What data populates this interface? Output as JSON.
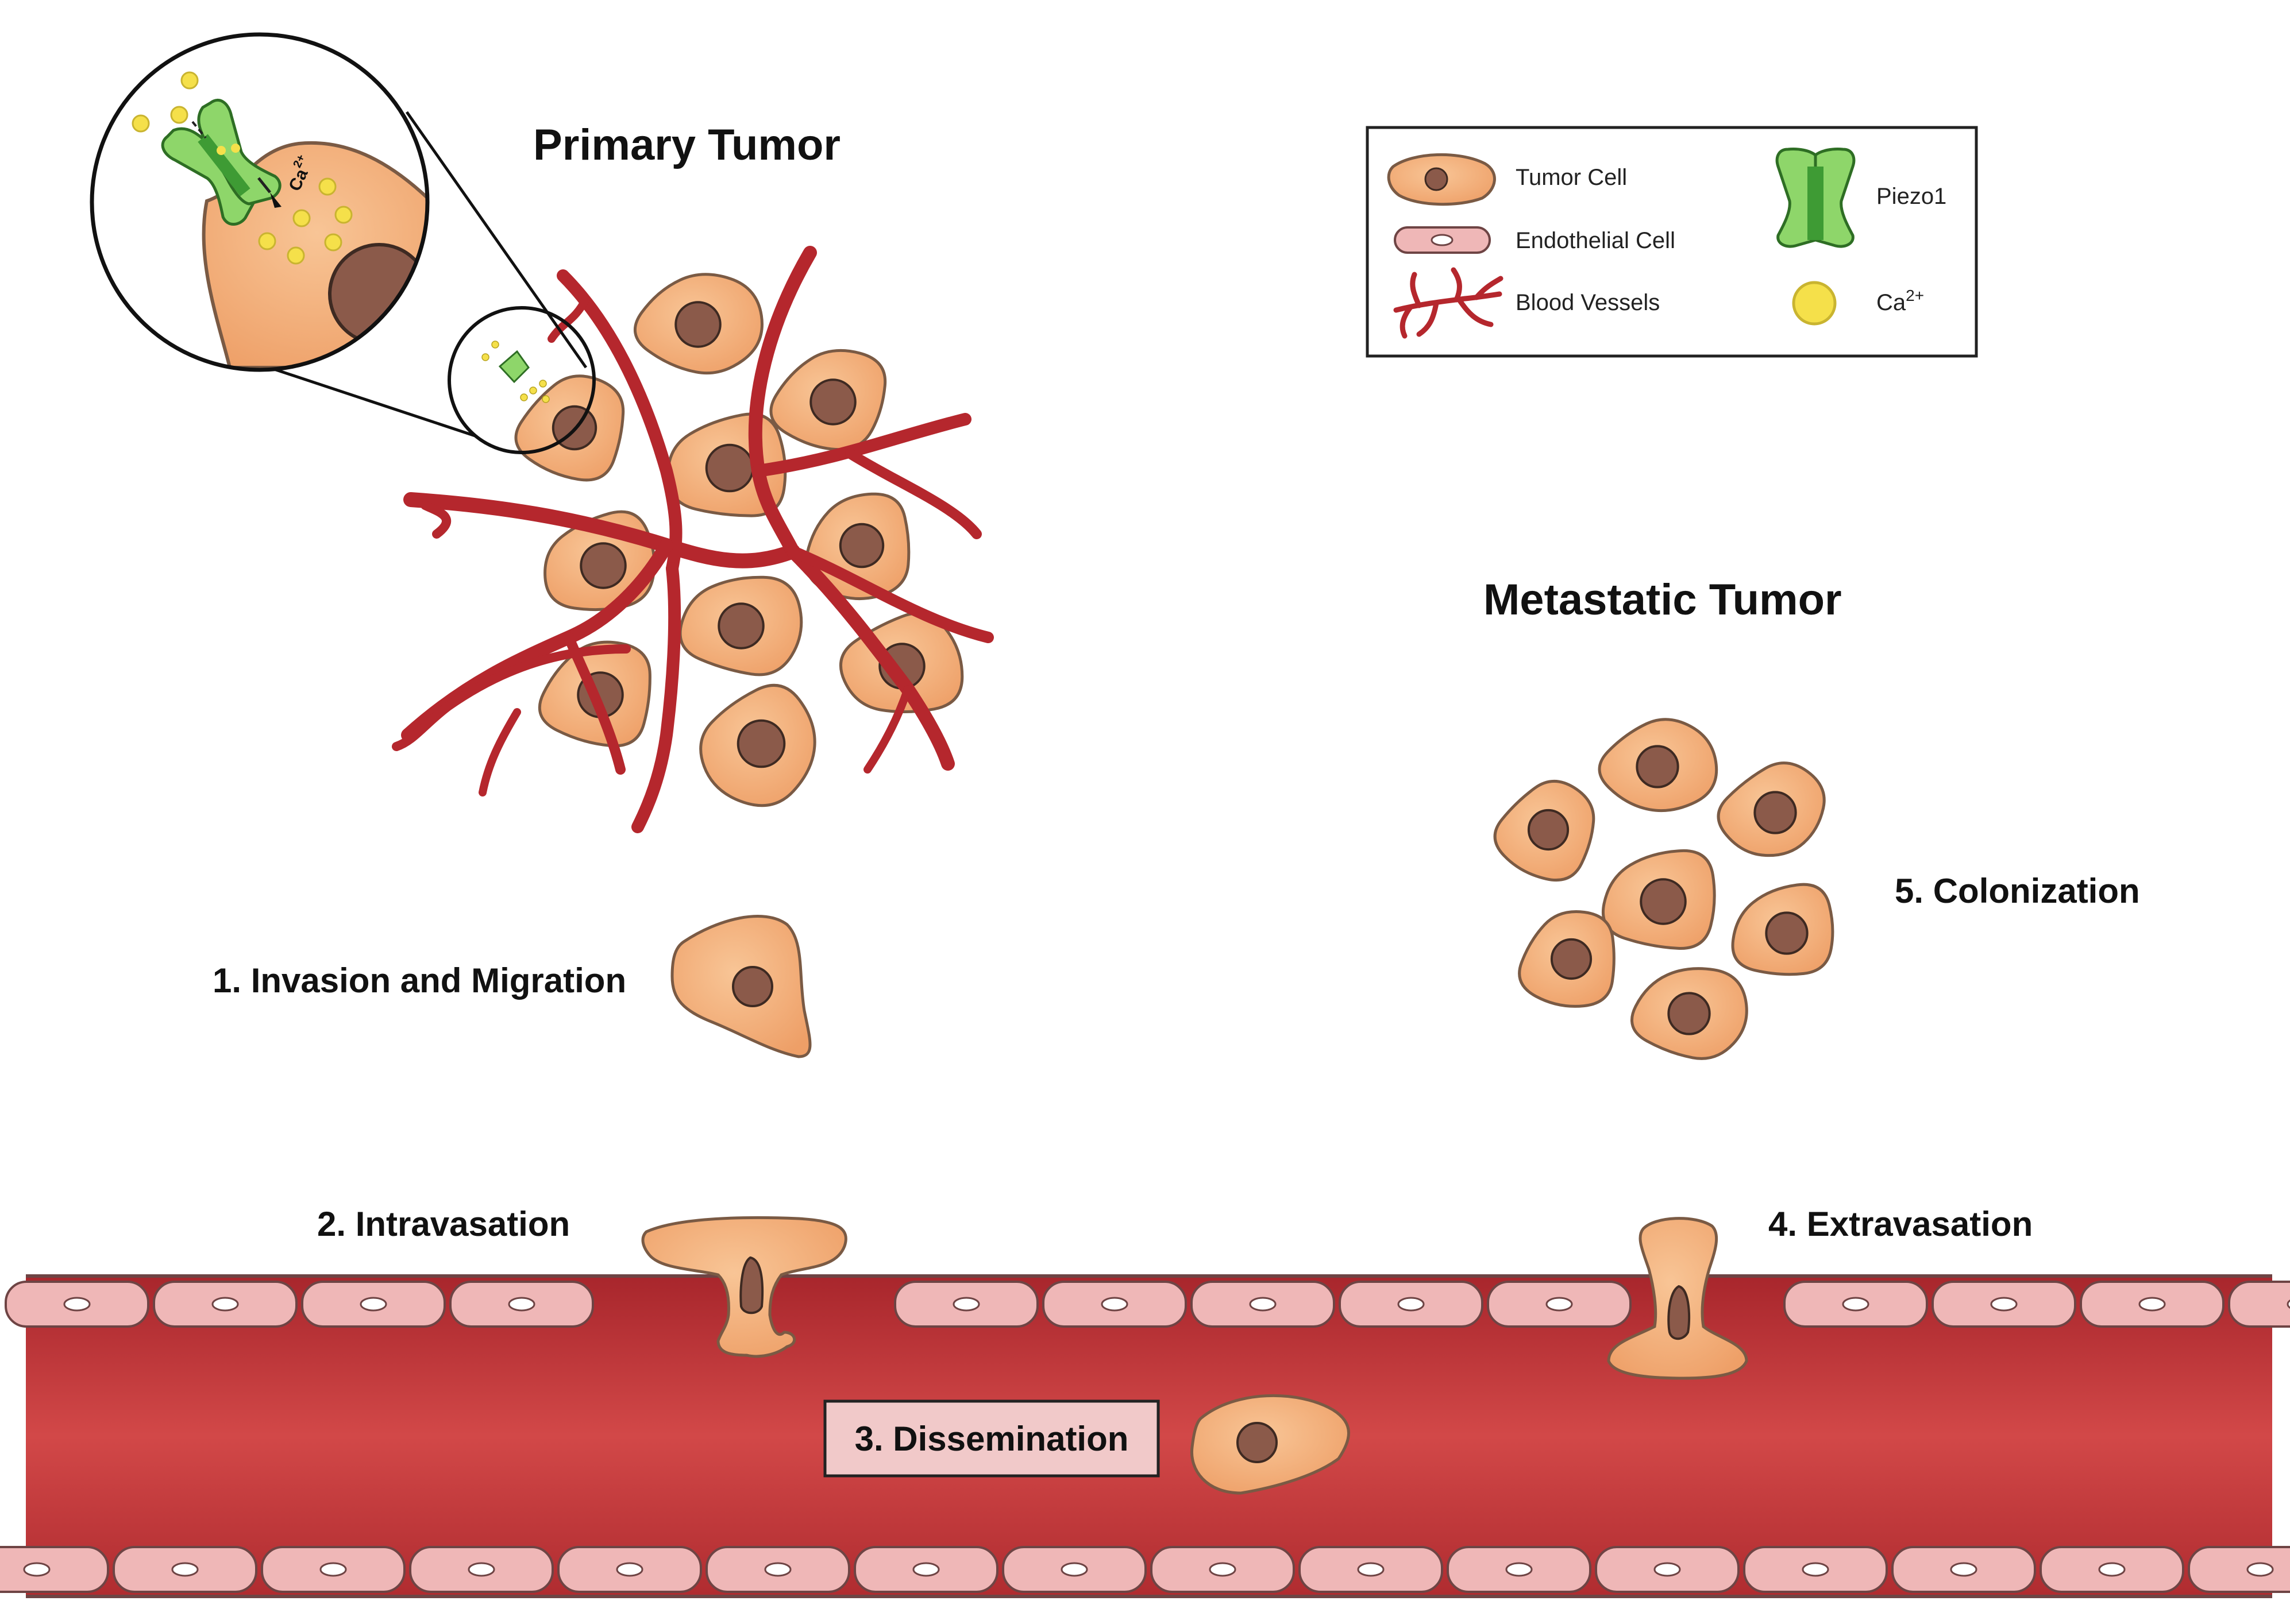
{
  "labels": {
    "primary_tumor": "Primary Tumor",
    "metastatic_tumor": "Metastatic Tumor",
    "step1": "1. Invasion and Migration",
    "step2": "2. Intravasation",
    "step3": "3. Dissemination",
    "step4": "4. Extravasation",
    "step5": "5. Colonization"
  },
  "inset": {
    "ion": "Ca",
    "ion_charge": "2+"
  },
  "legend": {
    "tumor_cell": "Tumor Cell",
    "endothelial_cell": "Endothelial Cell",
    "blood_vessels": "Blood Vessels",
    "piezo1": "Piezo1",
    "calcium": "Ca",
    "calcium_charge": "2+"
  },
  "colors": {
    "tumor_cell": "#F2AE78",
    "tumor_outline": "#7A5A44",
    "nucleus": "#8B5A4A",
    "vessel": "#B5272D",
    "endothelial": "#EFB7B7",
    "blood": "#C83A3A",
    "piezo_light": "#8ED66A",
    "piezo_dark": "#3E9B34",
    "calcium": "#F5E04A"
  }
}
